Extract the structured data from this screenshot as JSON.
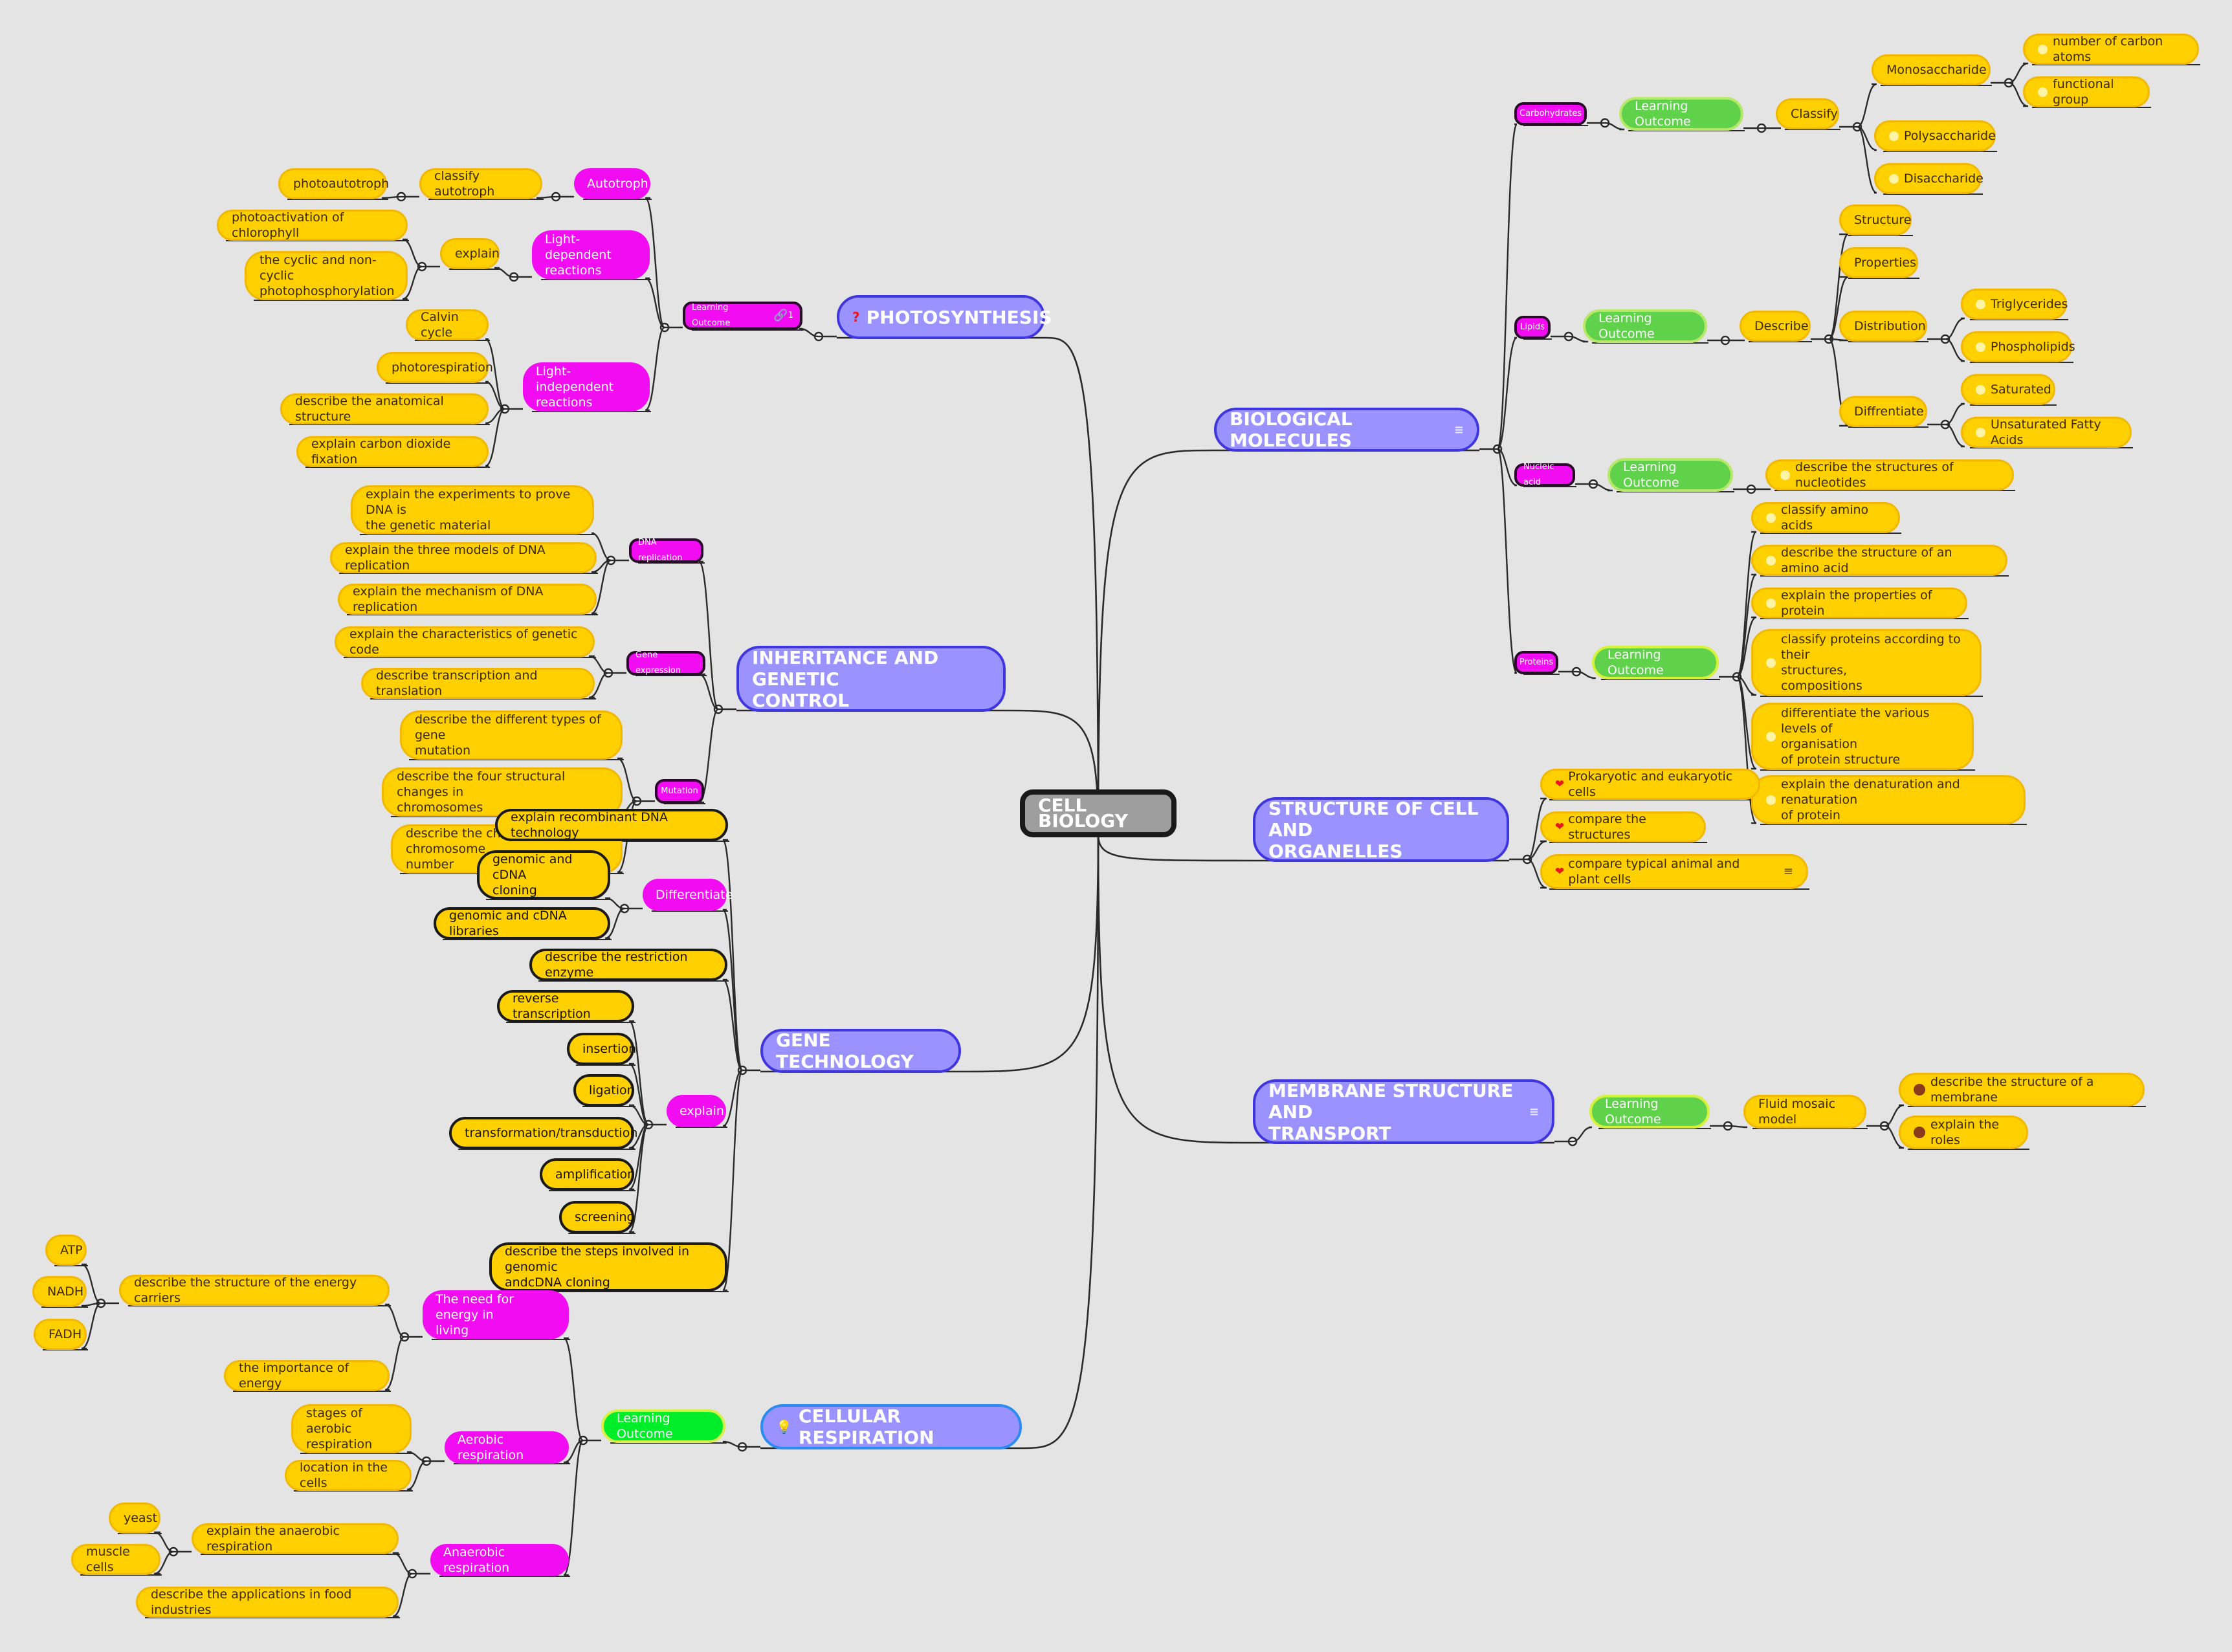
{
  "title": "CELL BIOLOGY",
  "colors": {
    "background": "#e4e4e4",
    "main": "#9a93ff",
    "main_border": "#3f36e0",
    "magenta": "#f20cf2",
    "green": "#5fd14a",
    "yellow": "#ffd000",
    "line": "#2a2a2a"
  },
  "branches": {
    "photosynthesis": {
      "label": "PHOTOSYNTHESIS",
      "icon": "question-icon",
      "outcome": "Learning Outcome",
      "outcome_link": "1",
      "autotroph": {
        "label": "Autotroph",
        "classify": "classify autotroph",
        "photoautotroph": "photoautotroph"
      },
      "light_dependent": {
        "label": "Light-dependent\nreactions",
        "explain": "explain",
        "items": [
          "photoactivation of chlorophyll",
          "the cyclic and non-cyclic\nphotophosphorylation"
        ]
      },
      "light_independent": {
        "label": "Light-independent\nreactions",
        "items": [
          "Calvin cycle",
          "photorespiration",
          "describe the anatomical structure",
          "explain carbon dioxide fixation"
        ]
      }
    },
    "inheritance": {
      "label": "INHERITANCE AND GENETIC\nCONTROL",
      "dna_replication": {
        "label": "DNA replication",
        "items": [
          "explain the experiments to prove DNA is\nthe genetic material",
          "explain the three models of DNA replication",
          "explain the mechanism of DNA replication"
        ]
      },
      "gene_expression": {
        "label": "Gene expression",
        "items": [
          "explain the characteristics of genetic code",
          "describe transcription and translation"
        ]
      },
      "mutation": {
        "label": "Mutation",
        "items": [
          "describe the different types of gene\nmutation",
          "describe the four structural changes in\nchromosomes",
          "describe the changes in chromosome\nnumber"
        ]
      }
    },
    "gene_technology": {
      "label": "GENE TECHNOLOGY",
      "recombinant": "explain recombinant DNA technology",
      "differentiate": {
        "label": "Differentiate",
        "items": [
          "genomic and cDNA\ncloning",
          "genomic and cDNA libraries"
        ]
      },
      "restriction": "describe the restriction enzyme",
      "explain": {
        "label": "explain",
        "items": [
          "reverse transcription",
          "insertion",
          "ligation",
          "transformation/transduction",
          "amplification",
          "screening"
        ]
      },
      "steps": "describe the steps involved in genomic\nandcDNA cloning"
    },
    "cellular_respiration": {
      "label": "CELLULAR RESPIRATION",
      "icon": "lightbulb-icon",
      "outcome": "Learning Outcome",
      "energy": {
        "label": "The need for energy in\nliving",
        "carriers": "describe the structure of the energy carriers",
        "carrier_items": [
          "ATP",
          "NADH",
          "FADH"
        ],
        "importance": "the importance of energy"
      },
      "aerobic": {
        "label": "Aerobic respiration",
        "items": [
          "stages of aerobic\nrespiration",
          "location in the cells"
        ]
      },
      "anaerobic": {
        "label": "Anaerobic respiration",
        "explain": "explain the anaerobic respiration",
        "explain_items": [
          "yeast",
          "muscle cells"
        ],
        "applications": "describe the applications in food industries"
      }
    },
    "biological_molecules": {
      "label": "BIOLOGICAL MOLECULES",
      "carbohydrates": {
        "label": "Carbohydrates",
        "outcome": "Learning Outcome",
        "verb": "Classify",
        "mono": "Monosaccharide",
        "mono_items": [
          "number of carbon atoms",
          "functional group"
        ],
        "others": [
          "Polysaccharide",
          "Disaccharide"
        ]
      },
      "lipids": {
        "label": "Lipids",
        "outcome": "Learning Outcome",
        "verb": "Describe",
        "structure": "Structure",
        "properties": "Properties",
        "distribution": "Distribution",
        "distribution_items": [
          "Triglycerides",
          "Phospholipids"
        ],
        "differentiate": "Diffrentiate",
        "differentiate_items": [
          "Saturated",
          "Unsaturated Fatty Acids"
        ]
      },
      "nucleic": {
        "label": "Nucleic acid",
        "outcome": "Learning Outcome",
        "item": "describe the structures of nucleotides"
      },
      "proteins": {
        "label": "Proteins",
        "outcome": "Learning Outcome",
        "items": [
          "classify amino acids",
          "describe the structure of an amino acid",
          "explain the properties of protein",
          "classify proteins according to their\nstructures,\ncompositions",
          "differentiate the various levels of\norganisation\nof protein structure",
          "explain the denaturation and renaturation\nof protein"
        ]
      }
    },
    "structure_cell": {
      "label": "STRUCTURE OF CELL AND\nORGANELLES",
      "items": [
        "Prokaryotic and eukaryotic cells",
        "compare the structures",
        "compare typical animal and plant cells"
      ]
    },
    "membrane": {
      "label": "MEMBRANE STRUCTURE AND\nTRANSPORT",
      "outcome": "Learning Outcome",
      "model": "Fluid mosaic model",
      "items": [
        "describe the structure of a membrane",
        "explain the roles"
      ]
    }
  }
}
